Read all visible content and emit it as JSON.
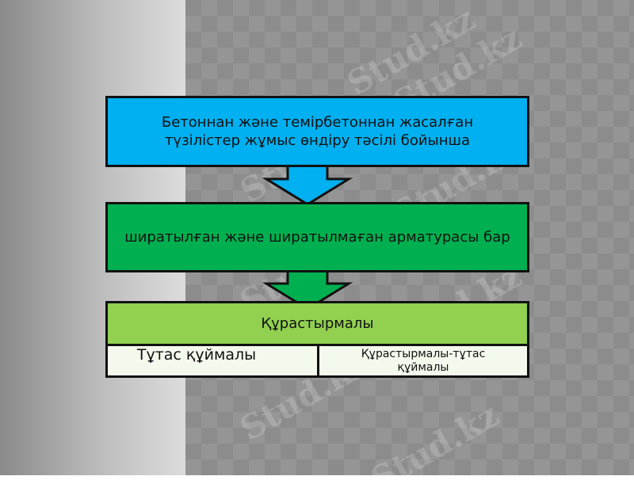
{
  "watermark": "Stud.kz",
  "colors": {
    "box1": "#00b0f0",
    "box2": "#00b050",
    "box3": "#92d050",
    "cells": "#f4f9ee"
  },
  "steps": [
    {
      "text": "Бетоннан және темірбетоннан жасалған түзілістер жұмыс өндіру тәсілі бойынша"
    },
    {
      "text": "ширатылған және ширатылмаған арматурасы бар"
    },
    {
      "text": "Құрастырмалы"
    }
  ],
  "cells": [
    {
      "text": "Тұтас құймалы"
    },
    {
      "text": "Құрастырмалы-тұтас құймалы"
    }
  ]
}
